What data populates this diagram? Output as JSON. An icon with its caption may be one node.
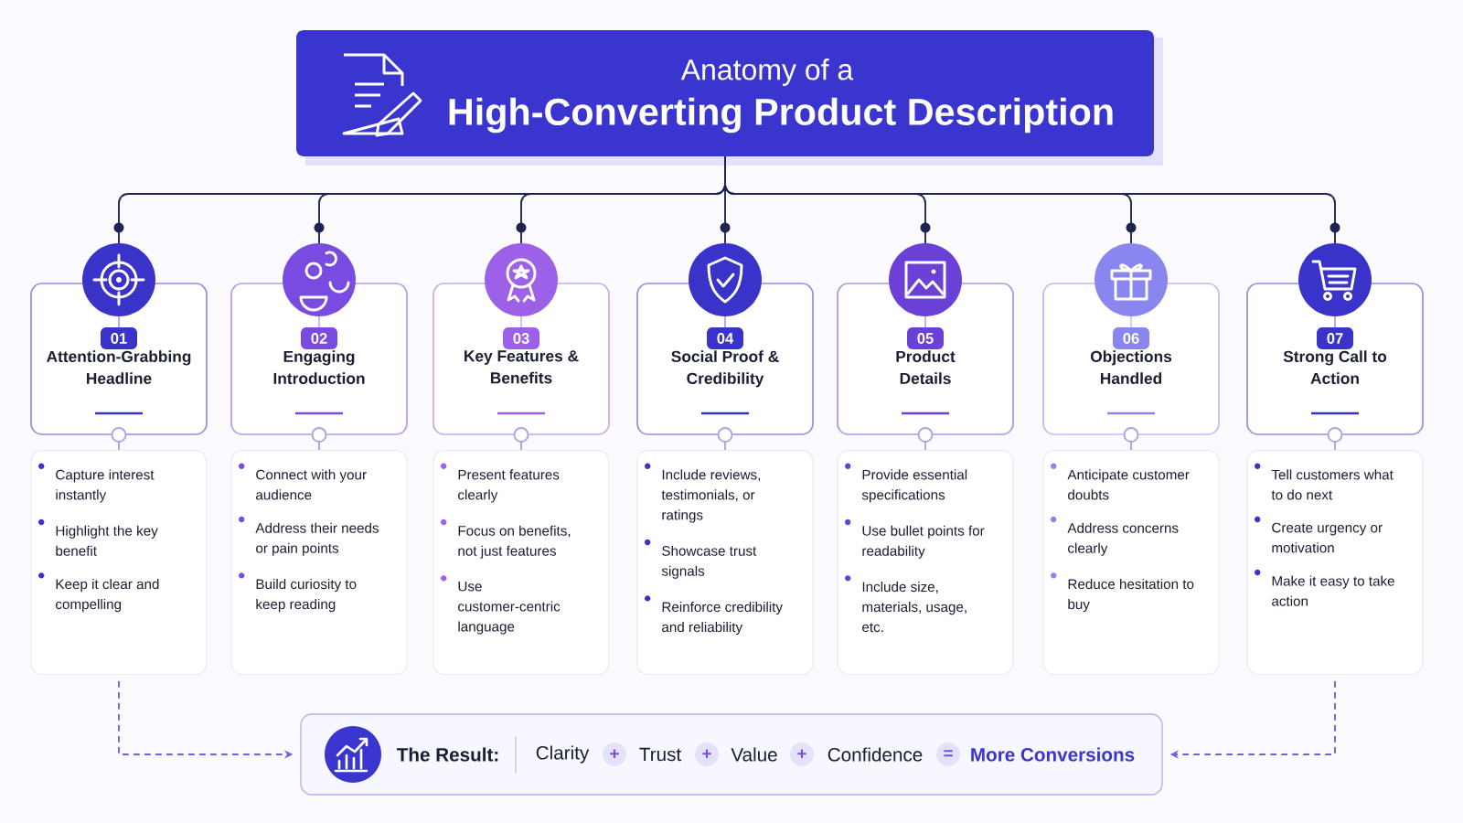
{
  "diagram": {
    "nodes": [
      {
        "text": [
          "Anatomy of a",
          "High-Converting Product Description"
        ]
      },
      {
        "text": [
          "01",
          "Attention-Grabbing Headline"
        ]
      },
      {
        "text": [
          "02",
          "Engaging Introduction"
        ]
      },
      {
        "text": [
          "03",
          "Key Features & Benefits"
        ]
      },
      {
        "text": [
          "04",
          "Social Proof & Credibility"
        ]
      },
      {
        "text": [
          "05",
          "Product Details"
        ]
      },
      {
        "text": [
          "06",
          "Objections Handled"
        ]
      },
      {
        "text": [
          "07",
          "Strong Call to Action"
        ]
      },
      {
        "text": [
          "Capture interest instantly",
          "Highlight the key benefit",
          "Keep it clear and compelling"
        ]
      },
      {
        "text": [
          "Connect with your audience",
          "Address their needs or pain points",
          "Build curiosity to keep reading"
        ]
      },
      {
        "text": [
          "Present features clearly",
          "Focus on benefits, not just features",
          "Use customer-centric language"
        ]
      },
      {
        "text": [
          "Include reviews, testimonials, or ratings",
          "Showcase trust signals",
          "Reinforce credibility and reliability"
        ]
      },
      {
        "text": [
          "Provide essential specifications",
          "Use bullet points for readability",
          "Include size, materials, usage, etc."
        ]
      },
      {
        "text": [
          "Anticipate customer doubts",
          "Address concerns clearly",
          "Reduce hesitation to buy"
        ]
      },
      {
        "text": [
          "Tell customers what to do next",
          "Create urgency or motivation",
          "Make it easy to take action"
        ]
      },
      {
        "text": [
          "The Result:",
          "Clarity",
          "+",
          "Trust",
          "+",
          "Value",
          "+",
          "Confidence",
          "=",
          "More Conversions"
        ]
      }
    ],
    "edges": [
      {
        "from": 0,
        "to": 1,
        "arrow": "none"
      },
      {
        "from": 0,
        "to": 2,
        "arrow": "none"
      },
      {
        "from": 0,
        "to": 3,
        "arrow": "none"
      },
      {
        "from": 0,
        "to": 4,
        "arrow": "none"
      },
      {
        "from": 0,
        "to": 5,
        "arrow": "none"
      },
      {
        "from": 0,
        "to": 6,
        "arrow": "none"
      },
      {
        "from": 0,
        "to": 7,
        "arrow": "none"
      },
      {
        "from": 1,
        "to": 8,
        "arrow": "other",
        "color": "#a9a3e6"
      },
      {
        "from": 2,
        "to": 9,
        "arrow": "other",
        "color": "#a9a3e6"
      },
      {
        "from": 3,
        "to": 10,
        "arrow": "other",
        "color": "#a9a3e6"
      },
      {
        "from": 4,
        "to": 11,
        "arrow": "other",
        "color": "#a9a3e6"
      },
      {
        "from": 5,
        "to": 12,
        "arrow": "other",
        "color": "#a9a3e6"
      },
      {
        "from": 6,
        "to": 13,
        "arrow": "other",
        "color": "#a9a3e6"
      },
      {
        "from": 7,
        "to": 14,
        "arrow": "other",
        "color": "#a9a3e6"
      },
      {
        "from": 8,
        "to": 15,
        "arrow": "to",
        "style": "dashed",
        "color": "#6d62e4"
      },
      {
        "from": 14,
        "to": 15,
        "arrow": "to",
        "style": "dashed",
        "color": "#6d62e4"
      }
    ]
  }
}
